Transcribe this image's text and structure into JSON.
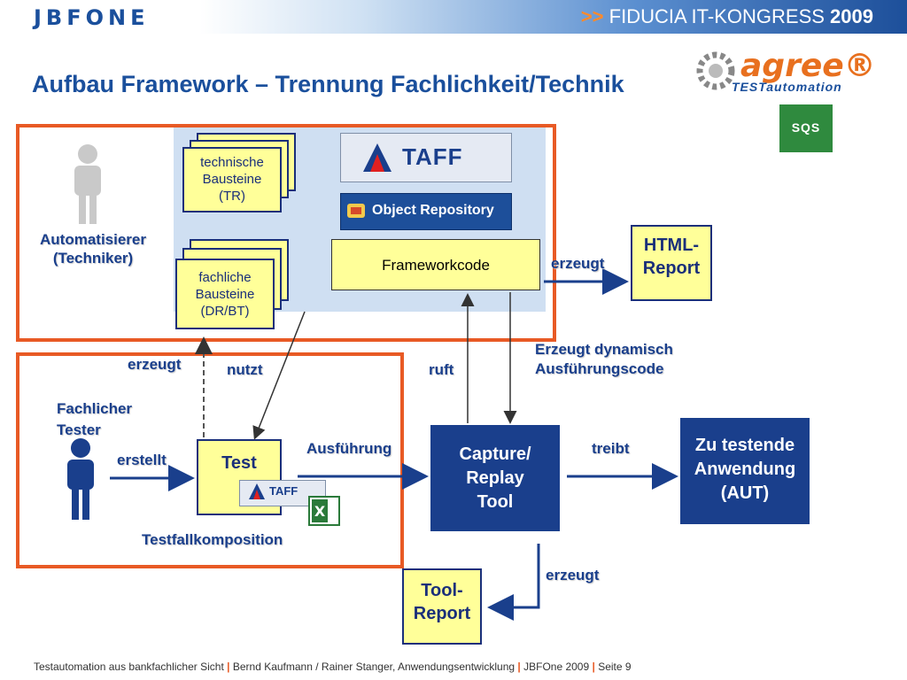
{
  "header": {
    "logo": "JBFONE",
    "kongress_arrows": ">>",
    "kongress_text": "FIDUCIA IT-KONGRESS",
    "kongress_year": "2009"
  },
  "title": "Aufbau Framework – Trennung Fachlichkeit/Technik",
  "logos": {
    "agree": "agree®",
    "agree_sub": "TESTautomation",
    "sqs": "SQS"
  },
  "roles": {
    "automatisierer_line1": "Automatisierer",
    "automatisierer_line2": "(Techniker)",
    "fachlicher_line1": "Fachlicher",
    "fachlicher_line2": "Tester"
  },
  "docs": {
    "technische": [
      "technische",
      "Bausteine",
      "(TR)"
    ],
    "fachliche": [
      "fachliche",
      "Bausteine",
      "(DR/BT)"
    ],
    "test": "Test",
    "html_report": [
      "HTML-",
      "Report"
    ],
    "tool_report": [
      "Tool-",
      "Report"
    ]
  },
  "framework": {
    "taff": "TAFF",
    "object_repository": "Object Repository",
    "frameworkcode": "Frameworkcode"
  },
  "boxes": {
    "capture": [
      "Capture/",
      "Replay",
      "Tool"
    ],
    "aut": [
      "Zu testende",
      "Anwendung",
      "(AUT)"
    ]
  },
  "labels": {
    "erzeugt_top": "erzeugt",
    "erzeugt_left": "erzeugt",
    "nutzt": "nutzt",
    "ruft": "ruft",
    "erzeugt_dyn_1": "Erzeugt dynamisch",
    "erzeugt_dyn_2": "Ausführungscode",
    "erstellt": "erstellt",
    "ausfuehrung": "Ausführung",
    "treibt": "treibt",
    "testfallkomposition": "Testfallkomposition",
    "erzeugt_bottom": "erzeugt",
    "taff_small": "TAFF"
  },
  "footer": {
    "part1": "Testautomation aus bankfachlicher Sicht",
    "part2": "Bernd Kaufmann / Rainer Stanger,  Anwendungsentwicklung",
    "part3": "JBFOne 2009",
    "part4": "Seite 9",
    "separator": "|"
  },
  "colors": {
    "frame": "#e85a25",
    "navy": "#1a3f8c",
    "doc_fill": "#ffff99",
    "panel": "#cfdff2"
  }
}
